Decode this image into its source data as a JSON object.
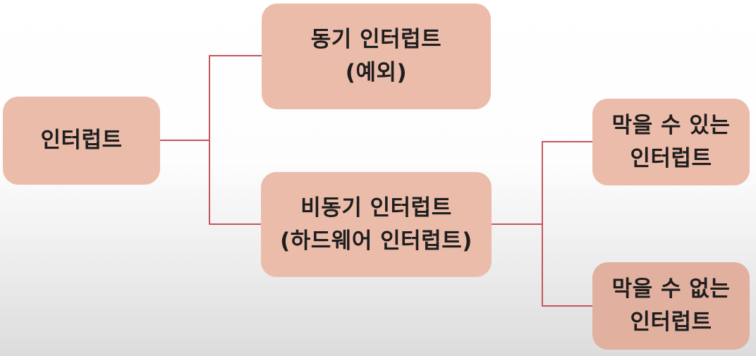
{
  "colors": {
    "node_fill": "#ecbcab",
    "node_fill_dark": "#e2b09f",
    "connector": "#c2565a",
    "text": "#1e1e1e"
  },
  "nodes": {
    "root": {
      "lines": [
        "인터럽트"
      ]
    },
    "sync": {
      "lines": [
        "동기 인터럽트",
        "(예외)"
      ]
    },
    "async": {
      "lines": [
        "비동기 인터럽트",
        "(하드웨어 인터럽트)"
      ]
    },
    "mask": {
      "lines": [
        "막을 수 있는",
        "인터럽트"
      ]
    },
    "nomask": {
      "lines": [
        "막을 수 없는",
        "인터럽트"
      ]
    }
  }
}
